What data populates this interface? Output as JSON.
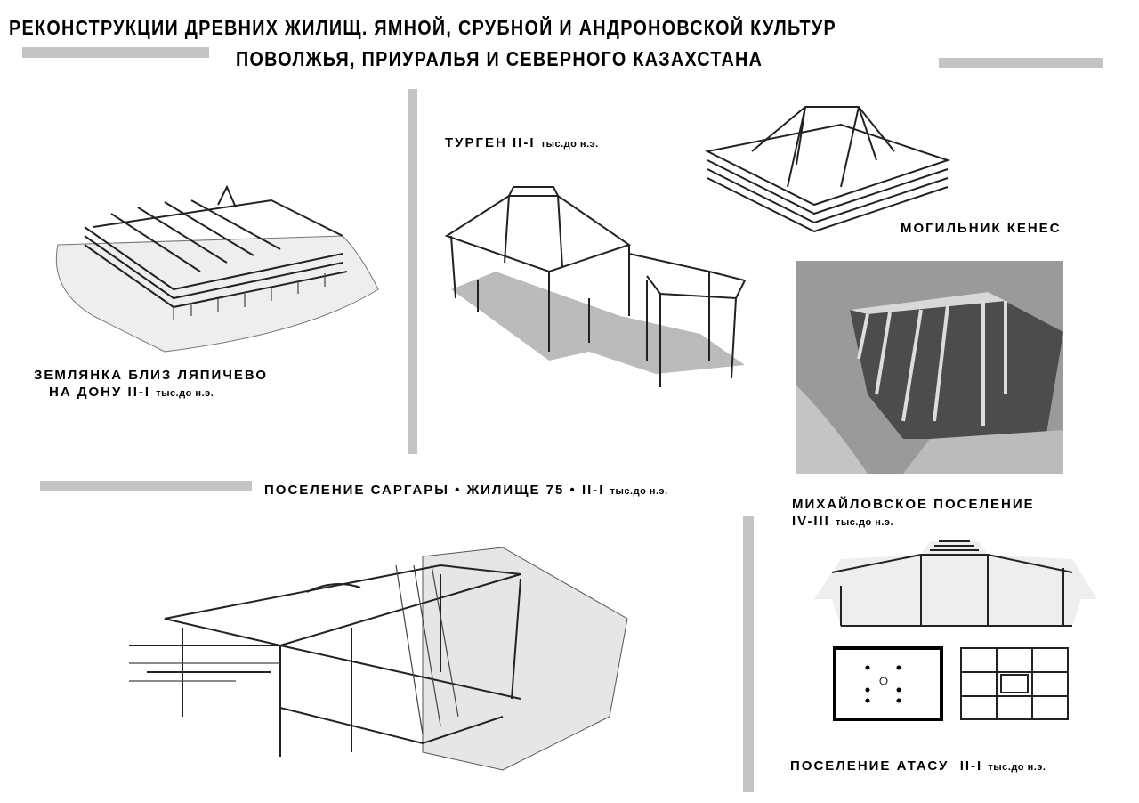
{
  "title": {
    "line1": "РЕКОНСТРУКЦИИ ДРЕВНИХ  ЖИЛИЩ. ЯМНОЙ, СРУБНОЙ И АНДРОНОВСКОЙ КУЛЬТУР",
    "line2": "ПОВОЛЖЬЯ, ПРИУРАЛЬЯ И СЕВЕРНОГО КАЗАХСТАНА"
  },
  "captions": {
    "turgen": {
      "name": "ТУРГЕН",
      "date": "II-I",
      "suffix": "тыс.до н.э."
    },
    "kenes": {
      "name": "МОГИЛЬНИК КЕНЕС"
    },
    "lyapichevo": {
      "line1": "ЗЕМЛЯНКА БЛИЗ ЛЯПИЧЕВО",
      "line2": "НА ДОНУ",
      "date": "II-I",
      "suffix": "тыс.до н.э."
    },
    "sargary": {
      "name": "ПОСЕЛЕНИЕ САРГАРЫ • ЖИЛИЩЕ 75 •",
      "date": "II-I",
      "suffix": "тыс.до н.э."
    },
    "mikhailovskoe": {
      "line1": "МИХАЙЛОВСКОЕ ПОСЕЛЕНИЕ",
      "date": "IV-III",
      "suffix": "тыс.до н.э."
    },
    "atasu": {
      "name": "ПОСЕЛЕНИЕ  АТАСУ",
      "date": "II-I",
      "suffix": "тыс.до н.э."
    }
  }
}
